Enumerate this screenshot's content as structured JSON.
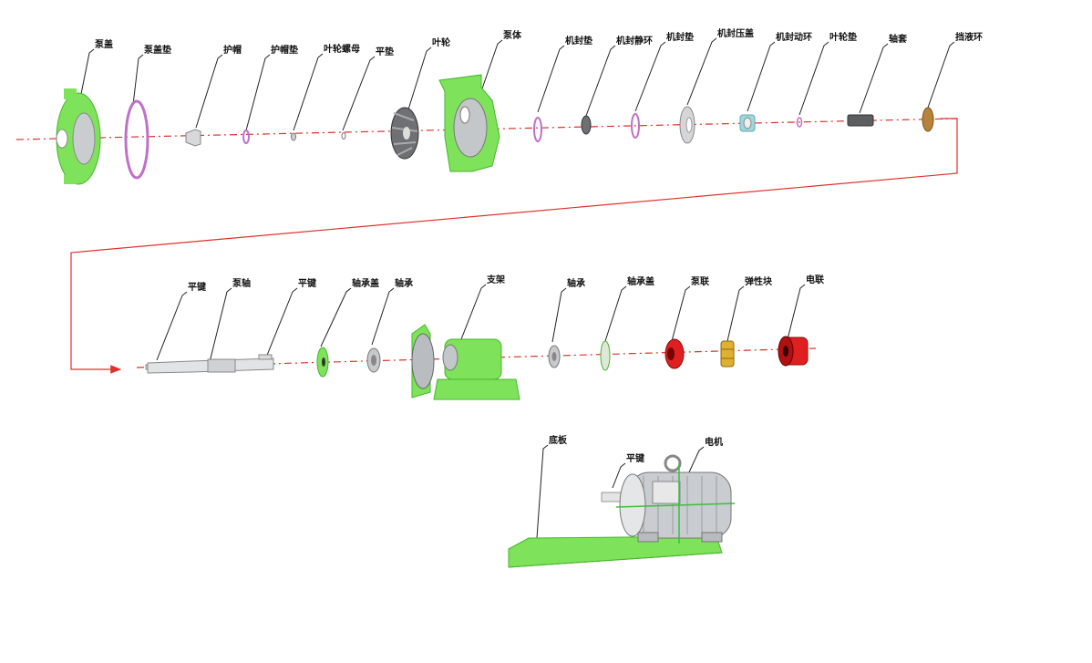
{
  "colors": {
    "part_green": "#7ee35a",
    "part_green_dark": "#45b52c",
    "axis_red": "#e0302a",
    "gasket_violet": "#c070c8",
    "metal_grey": "#b9bcc0",
    "metal_dark": "#6e7073",
    "coupling_red": "#e02020",
    "elastic_gold": "#e0b030",
    "brass": "#b8823a",
    "leader": "#222222"
  },
  "labels": {
    "row1": [
      "泵盖",
      "泵盖垫",
      "护帽",
      "护帽垫",
      "叶轮螺母",
      "平垫",
      "叶轮",
      "泵体",
      "机封垫",
      "机封静环",
      "机封垫",
      "机封压盖",
      "机封动环",
      "叶轮垫",
      "轴套",
      "挡液环"
    ],
    "row2": [
      "平键",
      "泵轴",
      "平键",
      "轴承盖",
      "轴承",
      "支架",
      "轴承",
      "轴承盖",
      "泵联",
      "弹性块",
      "电联"
    ],
    "row3": [
      "底板",
      "平键",
      "电机"
    ]
  },
  "icons": {
    "row1": [
      "pump-cover-icon",
      "pump-cover-gasket-icon",
      "protective-cap-icon",
      "cap-gasket-icon",
      "impeller-nut-icon",
      "flat-washer-icon",
      "impeller-icon",
      "pump-casing-icon",
      "seal-gasket-icon",
      "seal-stationary-ring-icon",
      "seal-gasket-icon",
      "seal-gland-icon",
      "seal-rotating-ring-icon",
      "impeller-washer-icon",
      "shaft-sleeve-icon",
      "splash-ring-icon"
    ],
    "row2": [
      "flat-key-icon",
      "pump-shaft-icon",
      "flat-key-icon",
      "bearing-cover-icon",
      "bearing-icon",
      "bracket-icon",
      "bearing-icon",
      "bearing-cover-icon",
      "pump-coupling-icon",
      "elastic-block-icon",
      "motor-coupling-icon"
    ],
    "row3": [
      "base-plate-icon",
      "flat-key-icon",
      "electric-motor-icon"
    ]
  }
}
